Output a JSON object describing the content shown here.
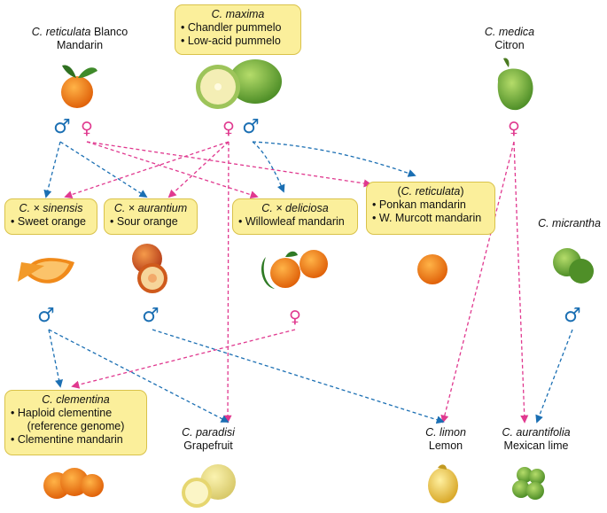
{
  "nodes": {
    "reticulata": {
      "name": "C. reticulata",
      "authority": "Blanco",
      "common": "Mandarin"
    },
    "maxima": {
      "name": "C. maxima",
      "items": [
        "Chandler pummelo",
        "Low-acid pummelo"
      ]
    },
    "medica": {
      "name": "C. medica",
      "common": "Citron"
    },
    "sinensis": {
      "name": "C. × sinensis",
      "items": [
        "Sweet orange"
      ]
    },
    "aurantium": {
      "name": "C. × aurantium",
      "items": [
        "Sour orange"
      ]
    },
    "deliciosa": {
      "name": "C. × deliciosa",
      "items": [
        "Willowleaf mandarin"
      ]
    },
    "reticulata_group": {
      "name_open": "(",
      "name": "C. reticulata",
      "name_close": ")",
      "items": [
        "Ponkan mandarin",
        "W. Murcott mandarin"
      ]
    },
    "micrantha": {
      "name": "C. micrantha"
    },
    "clementina": {
      "name": "C. clementina",
      "items": [
        "Haploid clementine",
        "(reference genome)",
        "Clementine mandarin"
      ]
    },
    "paradisi": {
      "name": "C. paradisi",
      "common": "Grapefruit"
    },
    "limon": {
      "name": "C. limon",
      "common": "Lemon"
    },
    "aurantifolia": {
      "name": "C. aurantifolia",
      "common": "Mexican lime"
    }
  },
  "symbols": {
    "male": "♂",
    "female": "♀"
  },
  "colors": {
    "male": "#1b6fb3",
    "female": "#e0398f",
    "box_fill": "#fbef9b",
    "box_border": "#d9c24a"
  },
  "edges": [
    {
      "from": "reticulata-male",
      "to": "sinensis",
      "type": "male"
    },
    {
      "from": "reticulata-male",
      "to": "aurantium",
      "type": "male"
    },
    {
      "from": "reticulata-female",
      "to": "deliciosa",
      "type": "female"
    },
    {
      "from": "reticulata-female",
      "to": "reticulata_group",
      "type": "female"
    },
    {
      "from": "maxima-female",
      "to": "sinensis",
      "type": "female"
    },
    {
      "from": "maxima-female",
      "to": "aurantium",
      "type": "female"
    },
    {
      "from": "maxima-female",
      "to": "paradisi",
      "type": "female"
    },
    {
      "from": "maxima-male",
      "to": "deliciosa",
      "type": "male"
    },
    {
      "from": "maxima-male",
      "to": "reticulata_group",
      "type": "male"
    },
    {
      "from": "medica-female",
      "to": "limon",
      "type": "female"
    },
    {
      "from": "medica-female",
      "to": "aurantifolia",
      "type": "female"
    },
    {
      "from": "sinensis-male",
      "to": "clementina",
      "type": "male"
    },
    {
      "from": "sinensis-male",
      "to": "paradisi",
      "type": "male"
    },
    {
      "from": "aurantium-male",
      "to": "limon",
      "type": "male"
    },
    {
      "from": "deliciosa-female",
      "to": "clementina",
      "type": "female"
    },
    {
      "from": "micrantha-male",
      "to": "aurantifolia",
      "type": "male"
    }
  ],
  "fruits": [
    "mandarin-fruit",
    "pummelo-fruit",
    "citron-fruit",
    "sweet-orange-fruit",
    "sour-orange-fruit",
    "willowleaf-mandarin-fruit",
    "ponkan-fruit",
    "micrantha-fruit",
    "clementine-fruit",
    "grapefruit-fruit",
    "lemon-fruit",
    "lime-fruit"
  ]
}
